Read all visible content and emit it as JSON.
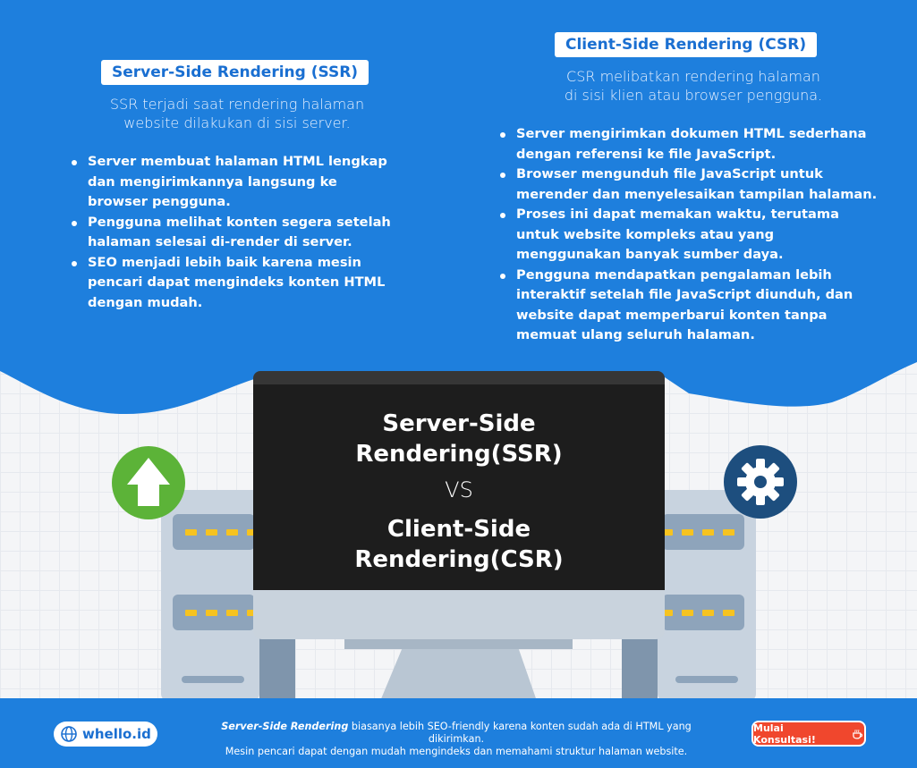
{
  "ssr": {
    "title": "Server-Side Rendering (SSR)",
    "intro": [
      "SSR terjadi saat rendering halaman",
      "website dilakukan di sisi server."
    ],
    "bullets": [
      [
        "Server membuat halaman HTML lengkap",
        "dan mengirimkannya langsung ke",
        "browser pengguna."
      ],
      [
        "Pengguna melihat konten segera setelah",
        "halaman selesai di-render di server."
      ],
      [
        "SEO menjadi lebih baik karena mesin",
        "pencari dapat mengindeks konten HTML",
        "dengan mudah."
      ]
    ]
  },
  "csr": {
    "title": "Client-Side Rendering (CSR)",
    "intro": [
      "CSR melibatkan rendering halaman",
      "di sisi klien atau browser pengguna."
    ],
    "bullets": [
      [
        "Server mengirimkan dokumen HTML sederhana",
        "dengan referensi ke file JavaScript."
      ],
      [
        "Browser mengunduh file JavaScript untuk",
        "merender dan menyelesaikan tampilan halaman."
      ],
      [
        "Proses ini dapat memakan waktu, terutama",
        "untuk website kompleks atau yang",
        "menggunakan banyak sumber daya."
      ],
      [
        "Pengguna mendapatkan pengalaman lebih",
        "interaktif setelah file JavaScript diunduh, dan",
        "website dapat memperbarui konten tanpa",
        "memuat ulang seluruh halaman."
      ]
    ]
  },
  "screen": {
    "line1": "Server-Side",
    "line2": "Rendering(SSR)",
    "vs": "VS",
    "line3": "Client-Side",
    "line4": "Rendering(CSR)"
  },
  "footer": {
    "logo": "whello.id",
    "note_bold": "Server-Side Rendering",
    "note_rest1": " biasanya lebih SEO-friendly karena konten sudah ada di HTML yang dikirimkan.",
    "note_line2": "Mesin pencari dapat dengan mudah mengindeks dan memahami struktur halaman website.",
    "cta": "Mulai Konsultasi!"
  },
  "icons": {
    "left_circle": "upload-arrow-icon",
    "right_circle": "gear-icon",
    "cta": "coffee-icon"
  },
  "colors": {
    "blue": "#1e7fdd",
    "green": "#5cb338",
    "navy": "#1d4e7e",
    "orange": "#f0472d",
    "screen": "#1d1d1d"
  }
}
